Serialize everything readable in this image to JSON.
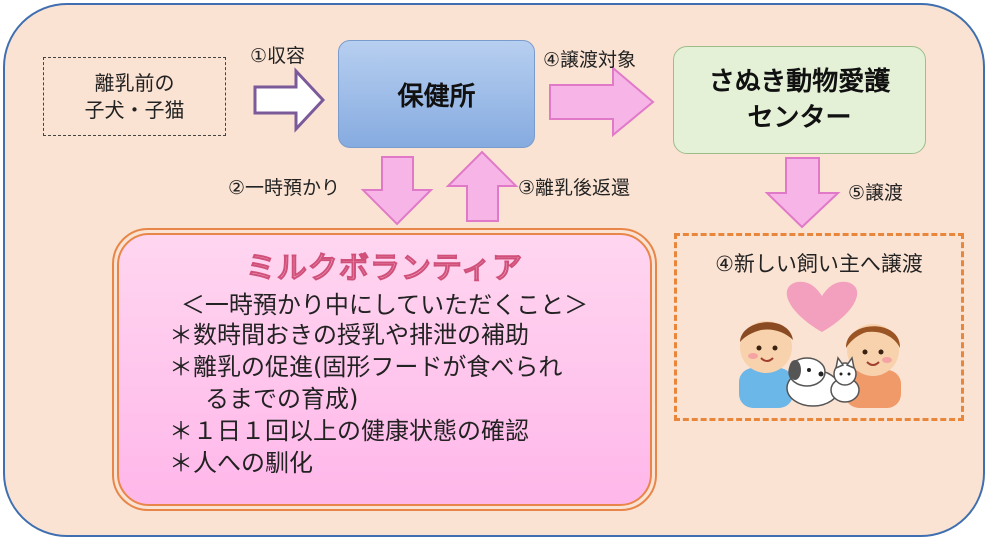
{
  "source_box": {
    "line1": "離乳前の",
    "line2": "子犬・子猫"
  },
  "health_center": {
    "label": "保健所"
  },
  "animal_center": {
    "line1": "さぬき動物愛護",
    "line2": "センター"
  },
  "steps": {
    "step1": "①収容",
    "step2": "②一時預かり",
    "step3": "③離乳後返還",
    "step4": "④譲渡対象",
    "step5": "⑤譲渡"
  },
  "volunteer": {
    "title": "ミルクボランティア",
    "subtitle": "＜一時預かり中にしていただくこと＞",
    "items": [
      "＊数時間おきの授乳や排泄の補助",
      "＊離乳の促進(固形フードが食べられ",
      "るまでの育成)",
      "＊１日１回以上の健康状態の確認",
      "＊人への馴化"
    ]
  },
  "adoption": {
    "title": "④新しい飼い主へ譲渡"
  },
  "colors": {
    "background": "#fbe3d3",
    "frame_border": "#3f6fb0",
    "health_center_fill": "#9dbde8",
    "animal_center_fill": "#e4f1d7",
    "arrow_pink": "#f7b4e6",
    "arrow_pink_border": "#e07ac8",
    "arrow_purple_border": "#7b5a9a",
    "volunteer_fill": "#ffc6ee",
    "volunteer_border": "#e8864a",
    "heart": "#f2a0bd"
  }
}
